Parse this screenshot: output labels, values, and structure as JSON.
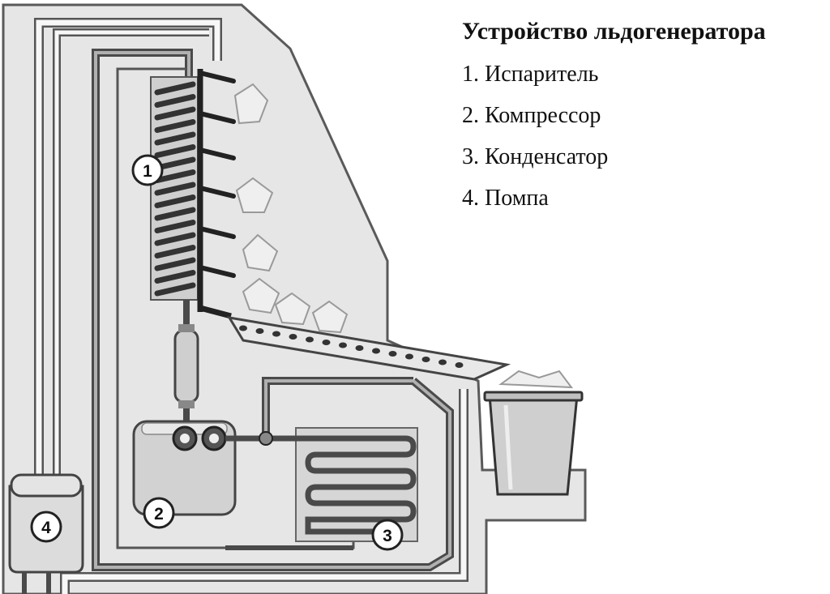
{
  "legend": {
    "title": "Устройство льдогенератора",
    "items": [
      "1. Испаритель",
      "2. Компрессор",
      "3. Конденсатор",
      "4. Помпа"
    ]
  },
  "callouts": {
    "evaporator": "1",
    "compressor": "2",
    "condenser": "3",
    "pump": "4"
  },
  "colors": {
    "housing_fill": "#e6e6e6",
    "housing_stroke": "#555555",
    "pipe_dark": "#4a4a4a",
    "pipe_light": "#f7f7f7",
    "component_fill": "#d2d2d2",
    "ice_fill": "#efefef"
  }
}
